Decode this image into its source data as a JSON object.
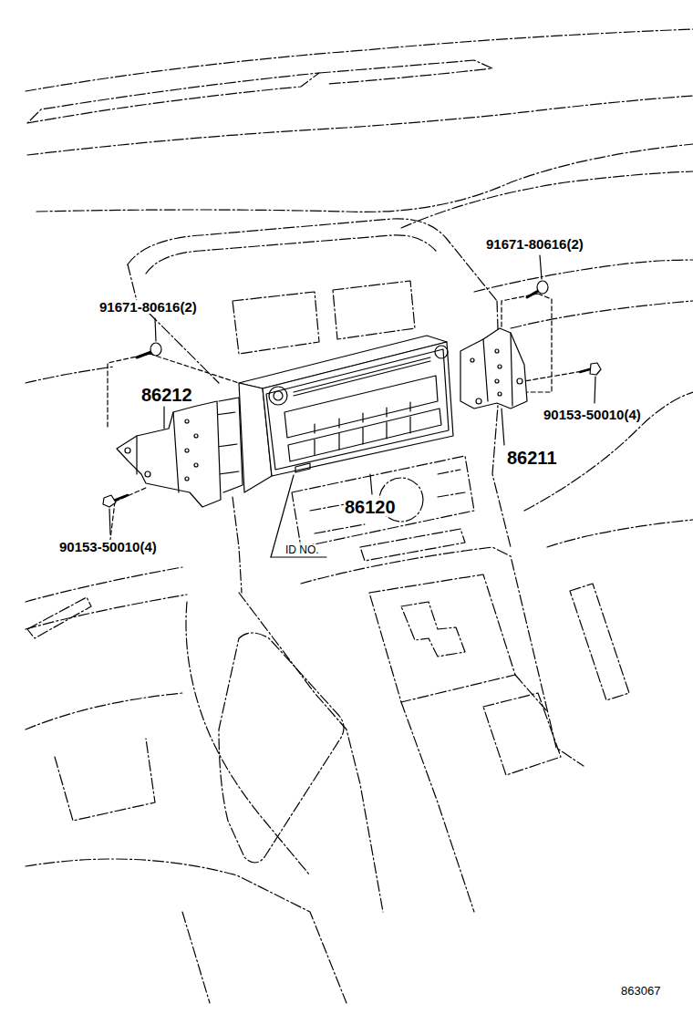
{
  "diagram": {
    "labels": [
      "91671-80616(2)",
      "91671-80616(2)",
      "86212",
      "90153-50010(4)",
      "86211",
      "86120",
      "90153-50010(4)",
      "ID NO.",
      "863067"
    ]
  }
}
